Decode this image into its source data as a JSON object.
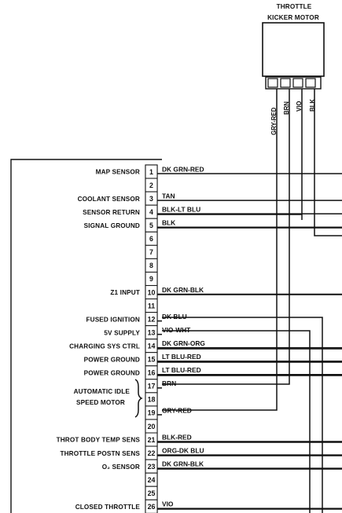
{
  "motor": {
    "title_line1": "THROTTLE",
    "title_line2": "KICKER MOTOR",
    "wires": [
      "GRY-RED",
      "BRN",
      "VIO",
      "BLK"
    ]
  },
  "connector_pins": [
    {
      "pin": "1",
      "label": "MAP SENSOR",
      "wire": "DK GRN-RED"
    },
    {
      "pin": "2",
      "label": "",
      "wire": ""
    },
    {
      "pin": "3",
      "label": "COOLANT SENSOR",
      "wire": "TAN"
    },
    {
      "pin": "4",
      "label": "SENSOR RETURN",
      "wire": "BLK-LT BLU"
    },
    {
      "pin": "5",
      "label": "SIGNAL GROUND",
      "wire": "BLK"
    },
    {
      "pin": "6",
      "label": "",
      "wire": ""
    },
    {
      "pin": "7",
      "label": "",
      "wire": ""
    },
    {
      "pin": "8",
      "label": "",
      "wire": ""
    },
    {
      "pin": "9",
      "label": "",
      "wire": ""
    },
    {
      "pin": "10",
      "label": "Z1 INPUT",
      "wire": "DK GRN-BLK"
    },
    {
      "pin": "11",
      "label": "",
      "wire": ""
    },
    {
      "pin": "12",
      "label": "FUSED IGNITION",
      "wire": "DK BLU"
    },
    {
      "pin": "13",
      "label": "5V SUPPLY",
      "wire": "VIO-WHT"
    },
    {
      "pin": "14",
      "label": "CHARGING SYS CTRL",
      "wire": "DK GRN-ORG"
    },
    {
      "pin": "15",
      "label": "POWER GROUND",
      "wire": "LT BLU-RED"
    },
    {
      "pin": "16",
      "label": "POWER GROUND",
      "wire": "LT BLU-RED"
    },
    {
      "pin": "17",
      "label": "",
      "wire": "BRN"
    },
    {
      "pin": "18",
      "label": "",
      "wire": ""
    },
    {
      "pin": "19",
      "label": "",
      "wire": "GRY-RED"
    },
    {
      "pin": "20",
      "label": "",
      "wire": ""
    },
    {
      "pin": "21",
      "label": "THROT BODY TEMP SENS",
      "wire": "BLK-RED"
    },
    {
      "pin": "22",
      "label": "THROTTLE POSTN SENS",
      "wire": "ORG-DK BLU"
    },
    {
      "pin": "23",
      "label": "O₂ SENSOR",
      "wire": "DK GRN-BLK"
    },
    {
      "pin": "24",
      "label": "",
      "wire": ""
    },
    {
      "pin": "25",
      "label": "",
      "wire": ""
    },
    {
      "pin": "26",
      "label": "CLOSED THROTTLE",
      "wire": "VIO"
    }
  ],
  "brace_label": {
    "line1": "AUTOMATIC IDLE",
    "line2": "SPEED MOTOR"
  }
}
